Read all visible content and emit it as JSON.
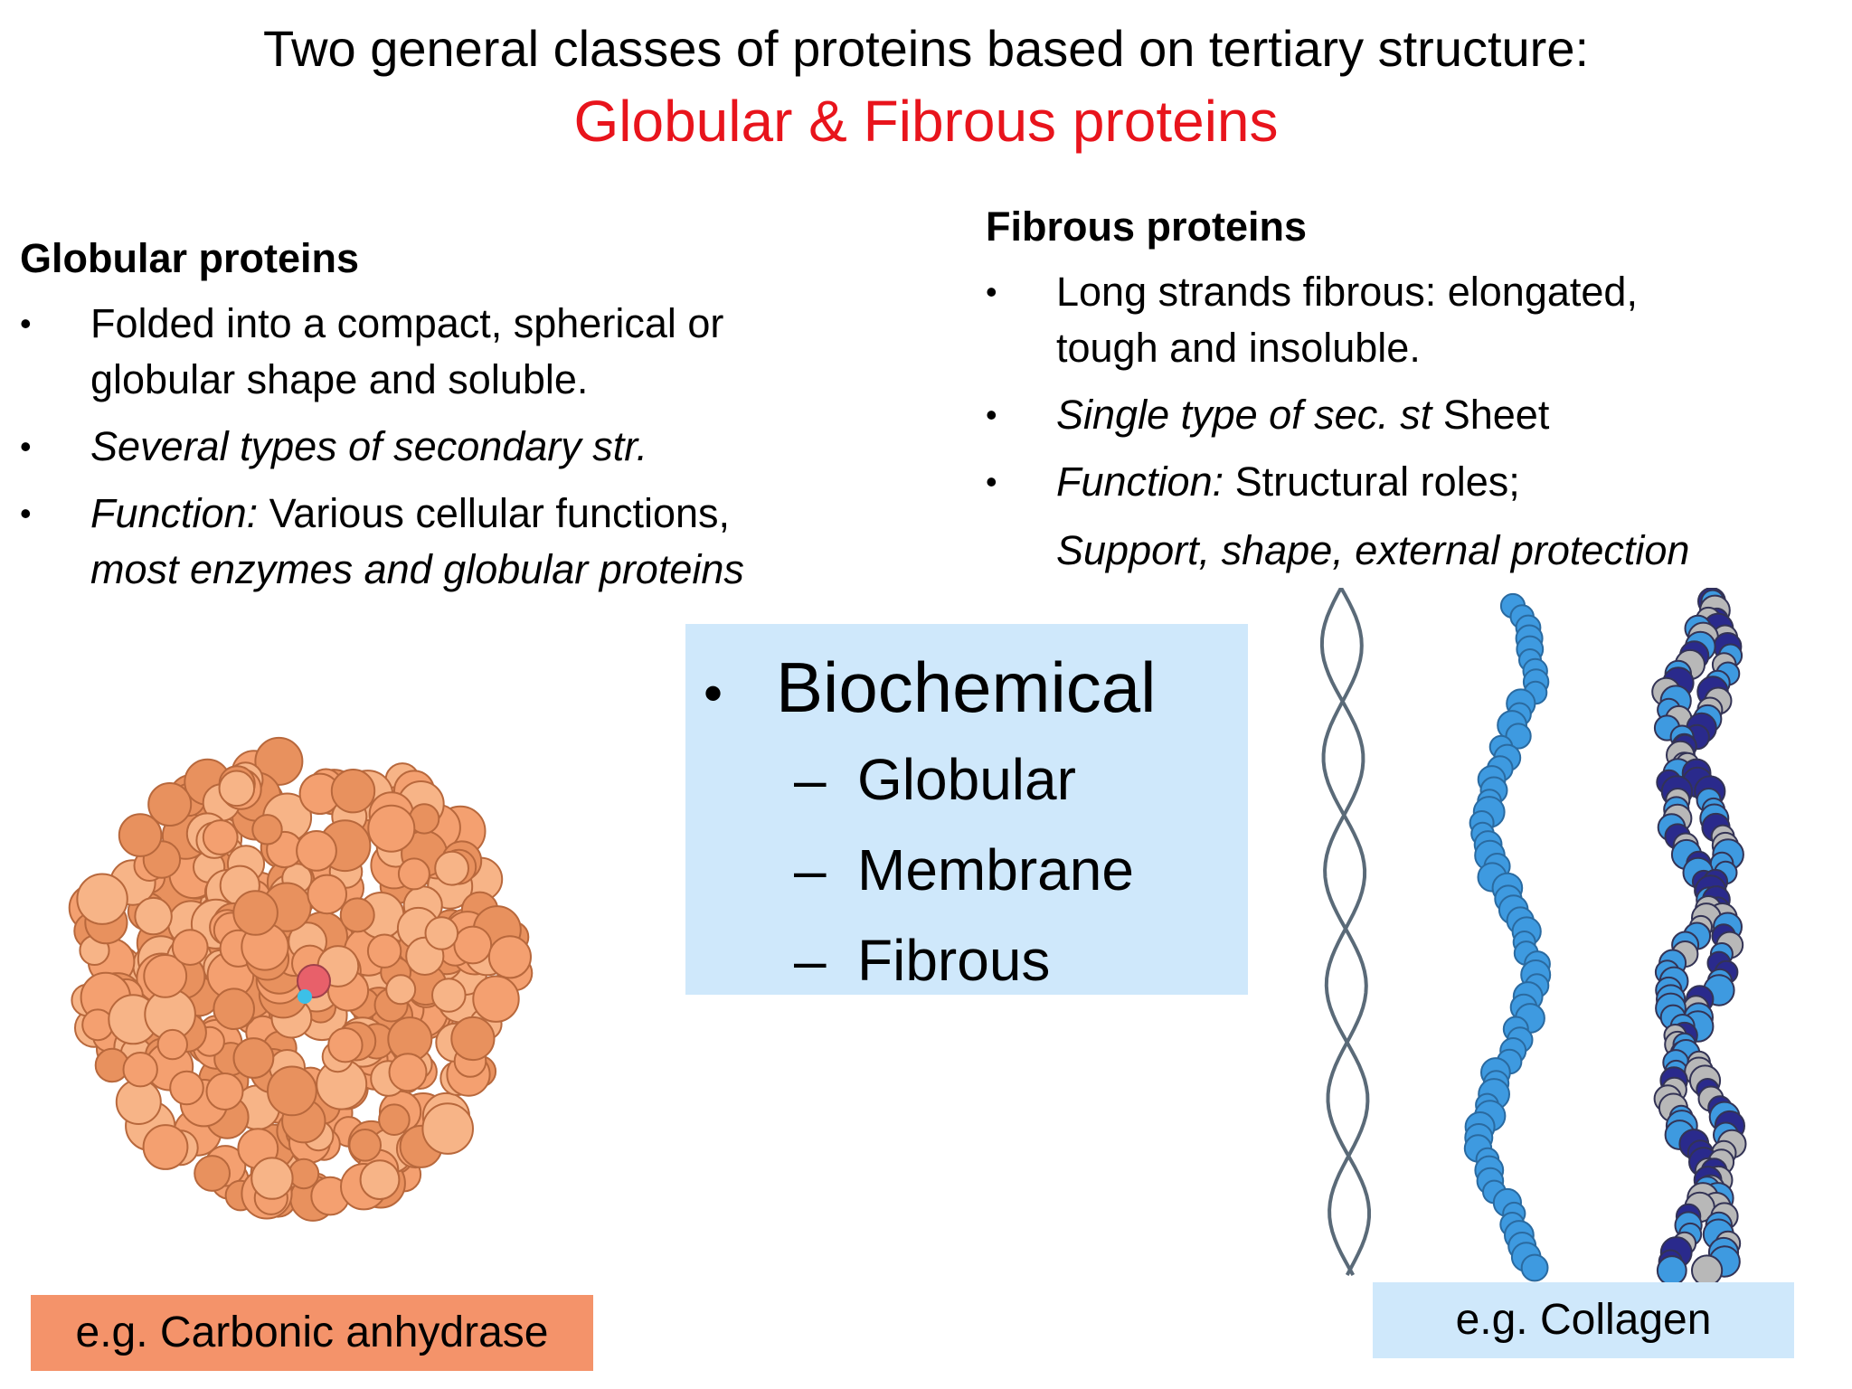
{
  "title": {
    "line1": "Two general classes of proteins based on tertiary structure:",
    "line2": "Globular & Fibrous proteins"
  },
  "globular": {
    "heading": "Globular proteins",
    "b1_line1": "Folded into a compact, spherical or",
    "b1_line2": "globular shape and soluble.",
    "b2": "Several types of secondary str.",
    "b3_label": "Function:",
    "b3_text": " Various cellular functions,",
    "b3_line2": "most enzymes and globular proteins"
  },
  "fibrous": {
    "heading": "Fibrous proteins",
    "b1_line1": "Long strands fibrous: elongated,",
    "b1_line2": "tough and insoluble.",
    "b2_italic": "Single type of sec. st",
    "b2_text": " Sheet",
    "b3_label": "Function:",
    "b3_text": " Structural roles;",
    "b3_line2": "Support, shape, external protection"
  },
  "center_box": {
    "main": "Biochemical",
    "items": [
      "Globular",
      "Membrane",
      "Fibrous"
    ]
  },
  "labels": {
    "left": "e.g. Carbonic anhydrase",
    "right": "e.g. Collagen"
  },
  "colors": {
    "title_accent": "#e8141c",
    "globule": "#f4a070",
    "center_box_bg": "#cfe8fb",
    "label_left_bg": "#f4936a",
    "collagen_light": "#3e9ae0",
    "collagen_dark": "#2a2a8c",
    "collagen_grey": "#b8b8b8"
  }
}
